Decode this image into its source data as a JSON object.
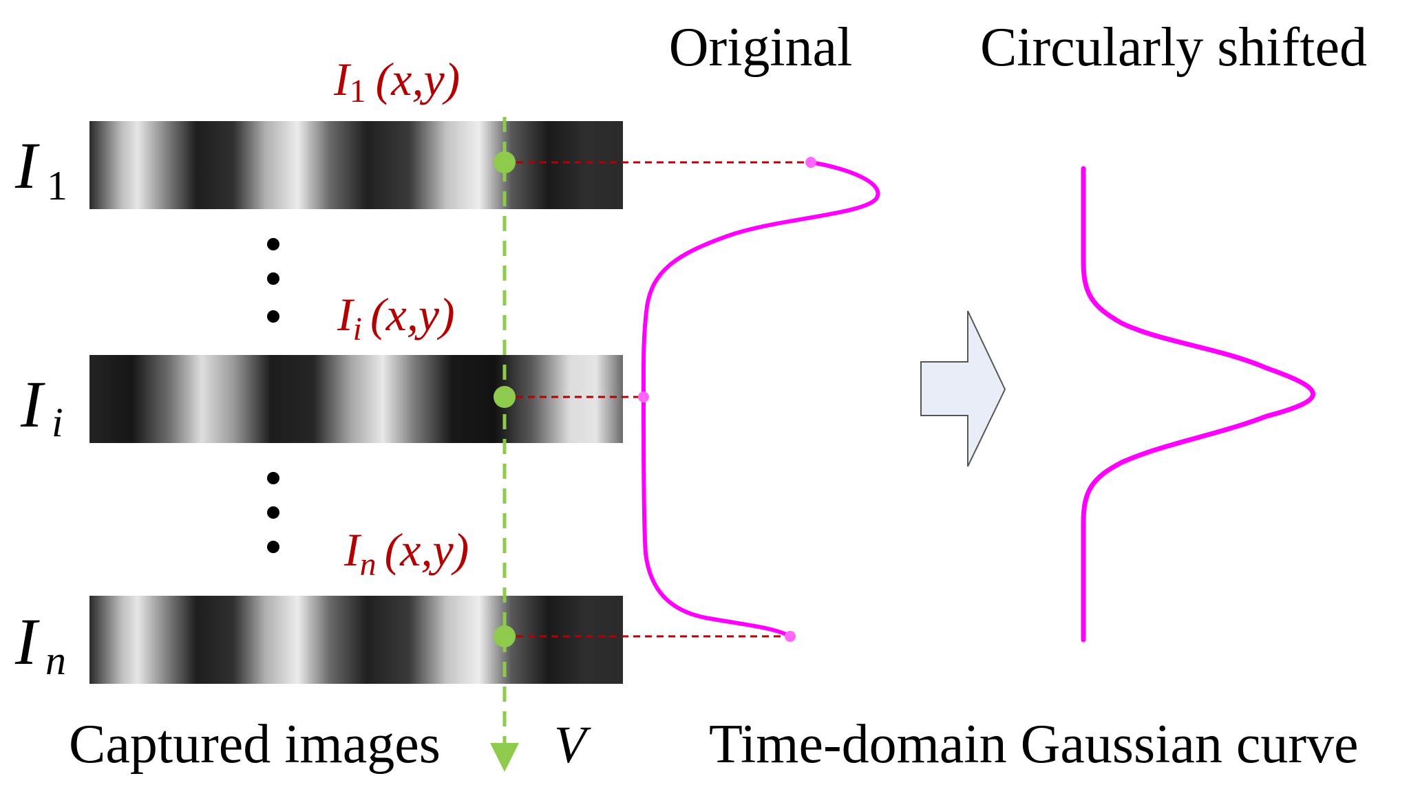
{
  "headings": {
    "original": "Original",
    "shifted": "Circularly shifted"
  },
  "image_labels": [
    {
      "base": "I",
      "sub": "1"
    },
    {
      "base": "I",
      "sub": "i"
    },
    {
      "base": "I",
      "sub": "n"
    }
  ],
  "pixel_labels": [
    {
      "base": "I",
      "sub": "1",
      "coords": "(x,y)"
    },
    {
      "base": "I",
      "sub": "i",
      "coords": "(x,y)"
    },
    {
      "base": "I",
      "sub": "n",
      "coords": "(x,y)"
    }
  ],
  "captions": {
    "captured": "Captured images",
    "vertical_axis": "V",
    "curve": "Time-domain Gaussian curve"
  },
  "colors": {
    "pixel_label": "#b30000",
    "guide_line": "#8ecb4c",
    "curve": "#ff00ff",
    "arrow_fill": "#e8edf8"
  }
}
